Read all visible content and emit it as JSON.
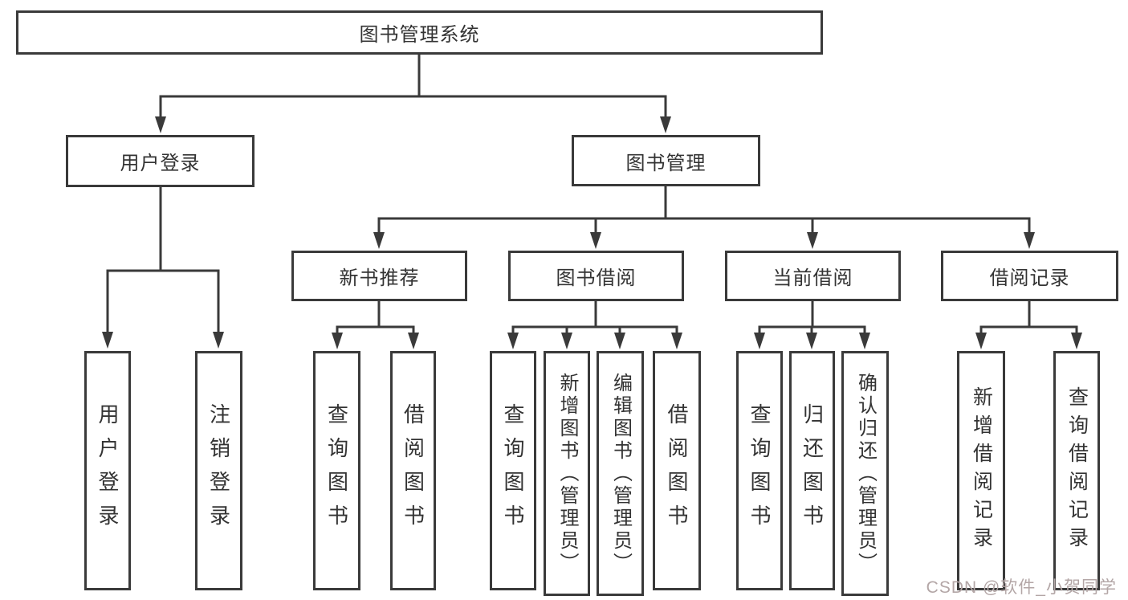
{
  "colors": {
    "line": "#3a3a3a",
    "box_border": "#3a3a3a",
    "text": "#333333",
    "watermark": "#b3a6a6",
    "background": "#ffffff"
  },
  "tree": {
    "label": "图书管理系统",
    "children": [
      {
        "label": "用户登录",
        "children": [
          {
            "label": "用户登录"
          },
          {
            "label": "注销登录"
          }
        ]
      },
      {
        "label": "图书管理",
        "children": [
          {
            "label": "新书推荐",
            "children": [
              {
                "label": "查询图书"
              },
              {
                "label": "借阅图书"
              }
            ]
          },
          {
            "label": "图书借阅",
            "children": [
              {
                "label": "查询图书"
              },
              {
                "label": "新增图书（管理员）"
              },
              {
                "label": "编辑图书（管理员）"
              },
              {
                "label": "借阅图书"
              }
            ]
          },
          {
            "label": "当前借阅",
            "children": [
              {
                "label": "查询图书"
              },
              {
                "label": "归还图书"
              },
              {
                "label": "确认归还（管理员）"
              }
            ]
          },
          {
            "label": "借阅记录",
            "children": [
              {
                "label": "新增借阅记录"
              },
              {
                "label": "查询借阅记录"
              }
            ]
          }
        ]
      }
    ]
  },
  "watermark": {
    "text": "CSDN @软件_小贺同学"
  }
}
